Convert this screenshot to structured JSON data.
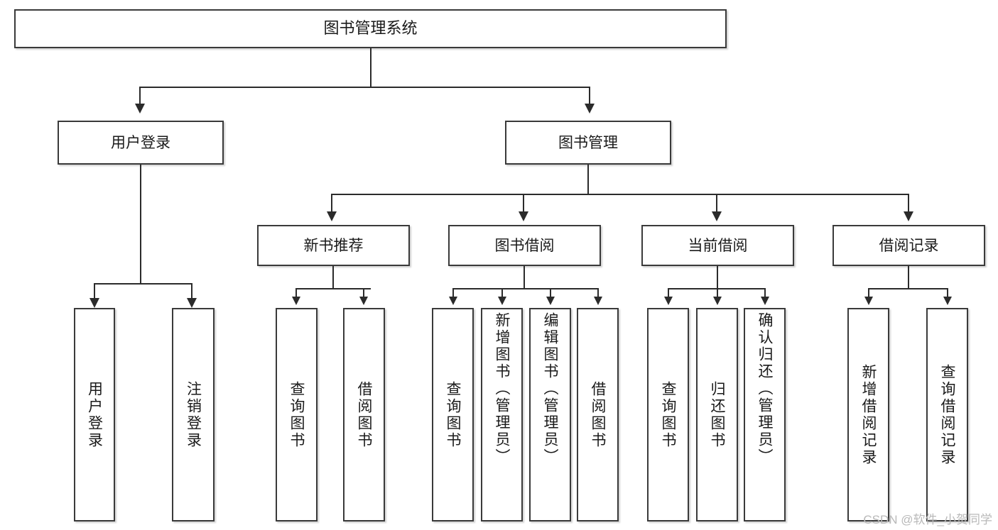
{
  "diagram": {
    "title": "图书管理系统",
    "type": "功能结构图",
    "watermark": "CSDN @软件_小贺同学",
    "style": {
      "box_border_color": "#3a3a3a",
      "line_color": "#2b2b2b",
      "background": "#ffffff",
      "text_color": "#1a1a1a",
      "watermark_color": "#b9b9b9"
    }
  },
  "nodes": {
    "root": {
      "label": "图书管理系统"
    },
    "level2": [
      {
        "id": "user-login",
        "label": "用户登录"
      },
      {
        "id": "book-manage",
        "label": "图书管理"
      }
    ],
    "level3": [
      {
        "id": "new-book-recommend",
        "label": "新书推荐"
      },
      {
        "id": "book-borrow",
        "label": "图书借阅"
      },
      {
        "id": "current-borrow",
        "label": "当前借阅"
      },
      {
        "id": "borrow-record",
        "label": "借阅记录"
      }
    ],
    "leaves": {
      "user_login": [
        {
          "id": "leaf-user-login",
          "label": "用户登录"
        },
        {
          "id": "leaf-logout-login",
          "label": "注销登录"
        }
      ],
      "new_book_recommend": [
        {
          "id": "leaf-query-book-1",
          "label": "查询图书"
        },
        {
          "id": "leaf-borrow-book-1",
          "label": "借阅图书"
        }
      ],
      "book_borrow": [
        {
          "id": "leaf-query-book-2",
          "label": "查询图书"
        },
        {
          "id": "leaf-add-book",
          "label": "新增图书（管理员）"
        },
        {
          "id": "leaf-edit-book",
          "label": "编辑图书（管理员）"
        },
        {
          "id": "leaf-borrow-book-2",
          "label": "借阅图书"
        }
      ],
      "current_borrow": [
        {
          "id": "leaf-query-book-3",
          "label": "查询图书"
        },
        {
          "id": "leaf-return-book",
          "label": "归还图书"
        },
        {
          "id": "leaf-confirm-return",
          "label": "确认归还（管理员）"
        }
      ],
      "borrow_record": [
        {
          "id": "leaf-add-record",
          "label": "新增借阅记录"
        },
        {
          "id": "leaf-query-record",
          "label": "查询借阅记录"
        }
      ]
    }
  }
}
